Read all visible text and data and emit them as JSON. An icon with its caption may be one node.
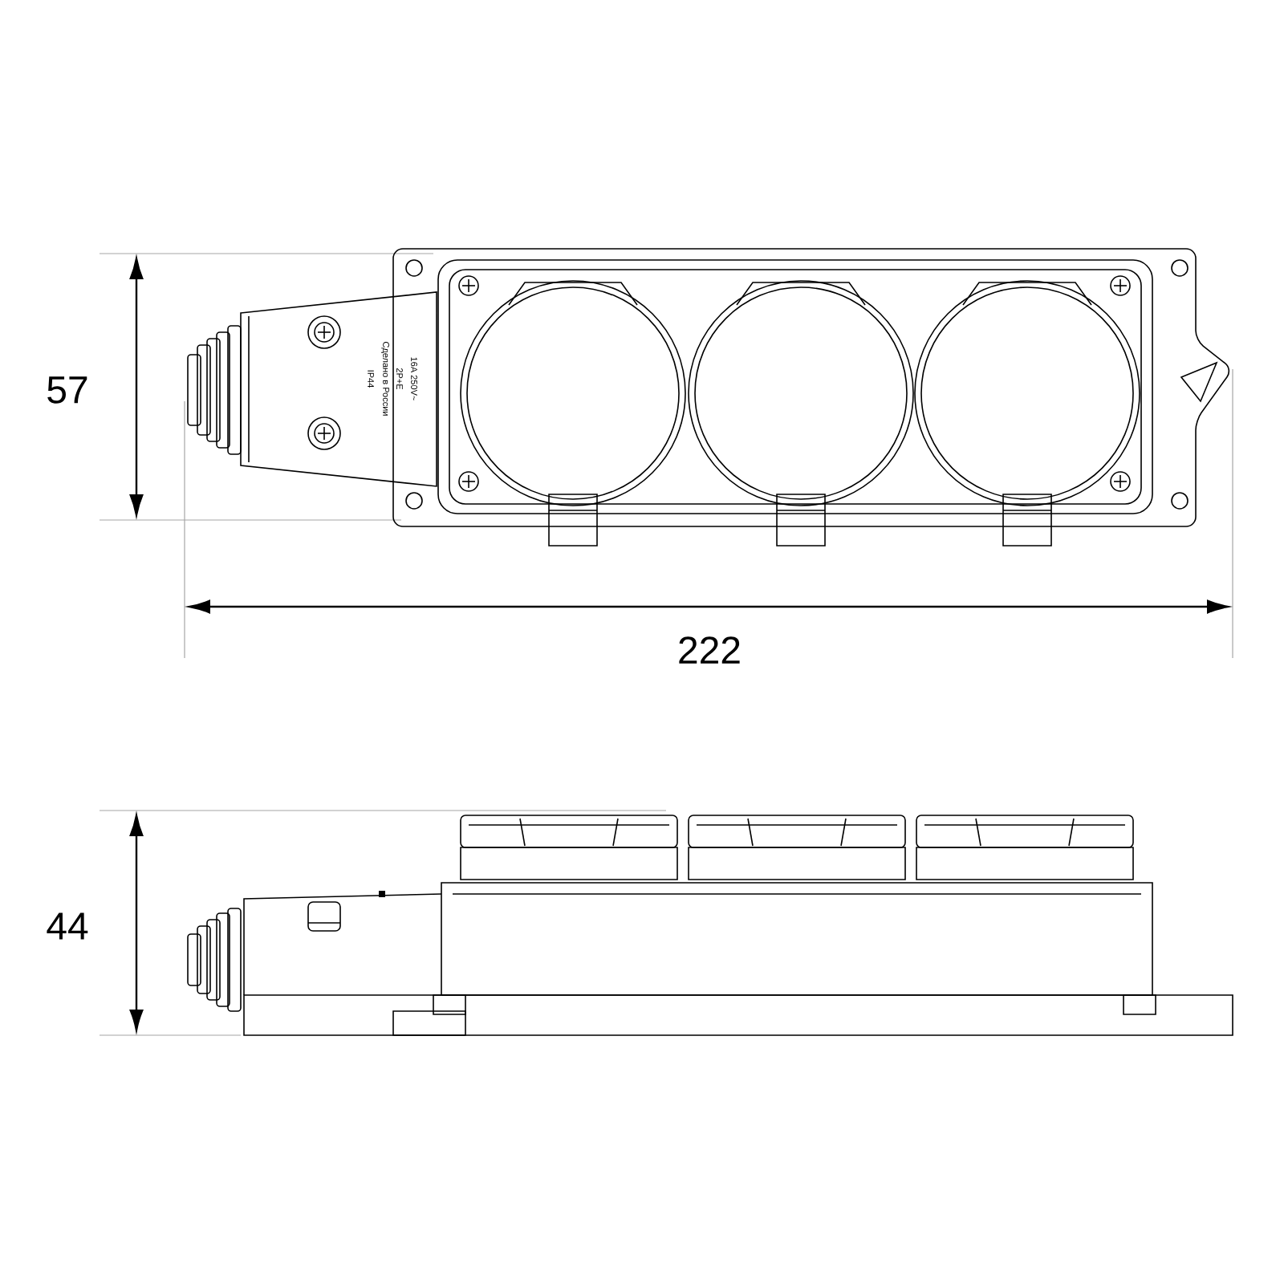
{
  "diagram": {
    "labels": [
      "57",
      "16A 250V~",
      "2P+E",
      "Сделано в России",
      "IP44",
      "222",
      "44"
    ]
  }
}
